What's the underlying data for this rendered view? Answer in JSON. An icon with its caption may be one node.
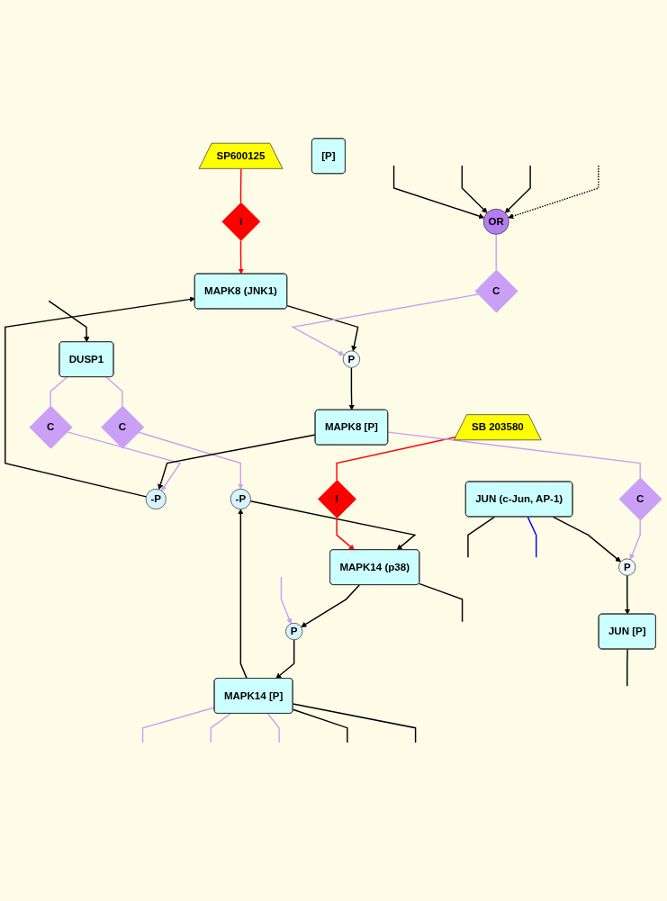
{
  "diagram": {
    "nodes": [
      {
        "text": [
          "MAPK14 (p38)"
        ]
      },
      {
        "text": [
          "P"
        ]
      },
      {
        "text": [
          "MAPK14 [P]"
        ]
      },
      {
        "text": [
          "-P"
        ]
      },
      {
        "text": [
          "SB 203580"
        ]
      },
      {
        "text": [
          "I"
        ]
      },
      {
        "text": [
          "C"
        ]
      },
      {
        "text": [
          "SP600125"
        ]
      },
      {
        "text": [
          "DUSP1"
        ]
      },
      {
        "text": [
          "I"
        ]
      },
      {
        "text": [
          "[P]"
        ]
      },
      {
        "text": [
          "C"
        ]
      },
      {
        "text": [
          "-P"
        ]
      },
      {
        "text": [
          "MAPK8 (JNK1)"
        ]
      },
      {
        "text": [
          "MAPK8 [P]"
        ]
      },
      {
        "text": [
          "P"
        ]
      },
      {
        "text": [
          "C"
        ]
      },
      {
        "text": [
          "C"
        ]
      },
      {
        "text": [
          "OR"
        ]
      },
      {
        "text": [
          "JUN (c-Jun, AP-1)"
        ]
      },
      {
        "text": [
          "P"
        ]
      },
      {
        "text": [
          "JUN [P]"
        ]
      }
    ],
    "edges": [
      {
        "from": 0,
        "to": 1,
        "arrow": "to"
      },
      {
        "from": 1,
        "to": 2,
        "arrow": "to"
      },
      {
        "from": 2,
        "to": 3,
        "arrow": "to"
      },
      {
        "from": 3,
        "to": 0,
        "arrow": "to"
      },
      {
        "from": null,
        "to": 1,
        "arrow": "to",
        "color": "#c9a0f5"
      },
      {
        "from": 4,
        "to": 5,
        "arrow": "none",
        "color": "#ff0000"
      },
      {
        "from": 5,
        "to": 0,
        "arrow": "to",
        "color": "#ff0000"
      },
      {
        "from": 8,
        "to": 6,
        "arrow": "none",
        "color": "#c9a0f5"
      },
      {
        "from": 6,
        "to": 3,
        "arrow": "to",
        "color": "#c9a0f5"
      },
      {
        "from": null,
        "to": 8,
        "arrow": "to"
      },
      {
        "from": 8,
        "to": 11,
        "arrow": "none",
        "color": "#c9a0f5"
      },
      {
        "from": 11,
        "to": 12,
        "arrow": "to",
        "color": "#c9a0f5"
      },
      {
        "from": 7,
        "to": 9,
        "arrow": "none",
        "color": "#ff0000"
      },
      {
        "from": 9,
        "to": 13,
        "arrow": "to",
        "color": "#ff0000"
      },
      {
        "from": 14,
        "to": 12,
        "arrow": "to"
      },
      {
        "from": 12,
        "to": 13,
        "arrow": "to"
      },
      {
        "from": 13,
        "to": 15,
        "arrow": "to"
      },
      {
        "from": 15,
        "to": 14,
        "arrow": "to"
      },
      {
        "from": 14,
        "to": 16,
        "arrow": "none",
        "color": "#c9a0f5"
      },
      {
        "from": 16,
        "to": 20,
        "arrow": "to",
        "color": "#c9a0f5"
      },
      {
        "from": 18,
        "to": 17,
        "arrow": "none",
        "color": "#c9a0f5"
      },
      {
        "from": 17,
        "to": 15,
        "arrow": "to",
        "color": "#c9a0f5"
      },
      {
        "from": null,
        "to": 18,
        "arrow": "to",
        "style": "dashed"
      },
      {
        "from": null,
        "to": 18,
        "arrow": "to"
      },
      {
        "from": null,
        "to": 18,
        "arrow": "to"
      },
      {
        "from": null,
        "to": 18,
        "arrow": "to"
      },
      {
        "from": 19,
        "to": 20,
        "arrow": "to"
      },
      {
        "from": 20,
        "to": 21,
        "arrow": "to"
      },
      {
        "from": 0,
        "to": null,
        "arrow": "none"
      },
      {
        "from": 2,
        "to": null,
        "arrow": "none",
        "color": "#c9a0f5"
      },
      {
        "from": 2,
        "to": null,
        "arrow": "none",
        "color": "#c9a0f5"
      },
      {
        "from": 2,
        "to": null,
        "arrow": "none",
        "color": "#c9a0f5"
      },
      {
        "from": 2,
        "to": null,
        "arrow": "none"
      },
      {
        "from": 2,
        "to": null,
        "arrow": "none"
      },
      {
        "from": 19,
        "to": null,
        "arrow": "none"
      },
      {
        "from": 19,
        "to": null,
        "arrow": "none",
        "color": "#0000ff"
      },
      {
        "from": 21,
        "to": null,
        "arrow": "none"
      }
    ]
  }
}
